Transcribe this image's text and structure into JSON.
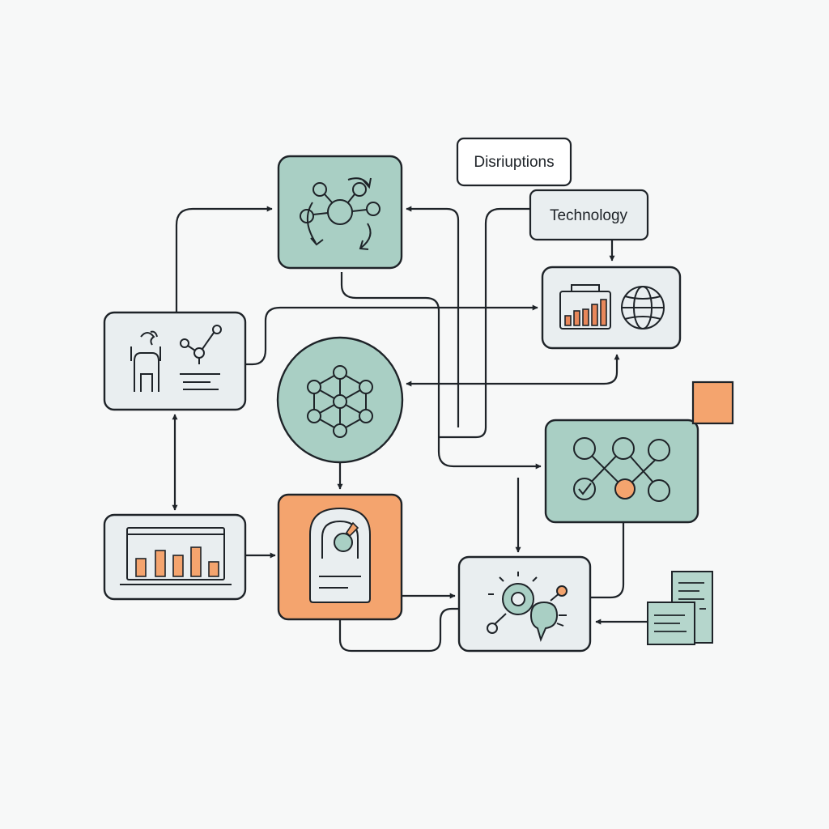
{
  "labels": {
    "disruptions": "Disriuptions",
    "technology": "Technology"
  },
  "colors": {
    "ink": "#1e2328",
    "teal_fill": "#a9cfc4",
    "light_fill": "#e9eef0",
    "orange_fill": "#f4a46e",
    "orange_bar": "#e8875a",
    "doc_fill": "#b5d6cc",
    "background": "#f7f8f8"
  },
  "nodes": [
    {
      "id": "cycle-network",
      "shape": "rounded-square",
      "fill": "teal",
      "icon": "cycle-network-icon"
    },
    {
      "id": "people-network",
      "shape": "rounded-rect",
      "fill": "light",
      "icon": "people-network-icon"
    },
    {
      "id": "analytics-globe",
      "shape": "rounded-rect",
      "fill": "light",
      "icon": "analytics-globe-icon"
    },
    {
      "id": "hex-network",
      "shape": "circle",
      "fill": "teal",
      "icon": "hex-network-icon"
    },
    {
      "id": "bar-chart-monitor",
      "shape": "rounded-rect",
      "fill": "light",
      "icon": "bar-chart-monitor-icon"
    },
    {
      "id": "device-dial",
      "shape": "rounded-square",
      "fill": "orange",
      "icon": "device-dial-icon"
    },
    {
      "id": "node-path",
      "shape": "rounded-rect",
      "fill": "teal",
      "icon": "node-path-icon"
    },
    {
      "id": "insight-chat",
      "shape": "rounded-rect",
      "fill": "light",
      "icon": "insight-chat-icon"
    },
    {
      "id": "document",
      "shape": "document",
      "fill": "doc",
      "icon": "document-icon"
    },
    {
      "id": "orange-square",
      "shape": "square",
      "fill": "orange",
      "icon": "orange-square-icon"
    }
  ],
  "edges": [
    {
      "from": "people-network",
      "to": "cycle-network"
    },
    {
      "from": "people-network",
      "to": "analytics-globe"
    },
    {
      "from": "people-network",
      "to": "bar-chart-monitor",
      "bidirectional": true
    },
    {
      "from": "disriuptions-column",
      "to": "cycle-network"
    },
    {
      "from": "cycle-network",
      "to": "node-path"
    },
    {
      "from": "technology",
      "to": "analytics-globe"
    },
    {
      "from": "analytics-globe",
      "to": "hex-network",
      "bidirectional": true
    },
    {
      "from": "hex-network",
      "to": "device-dial"
    },
    {
      "from": "bar-chart-monitor",
      "to": "device-dial"
    },
    {
      "from": "device-dial",
      "to": "insight-chat"
    },
    {
      "from": "node-path",
      "to": "insight-chat"
    },
    {
      "from": "document",
      "to": "insight-chat"
    }
  ]
}
